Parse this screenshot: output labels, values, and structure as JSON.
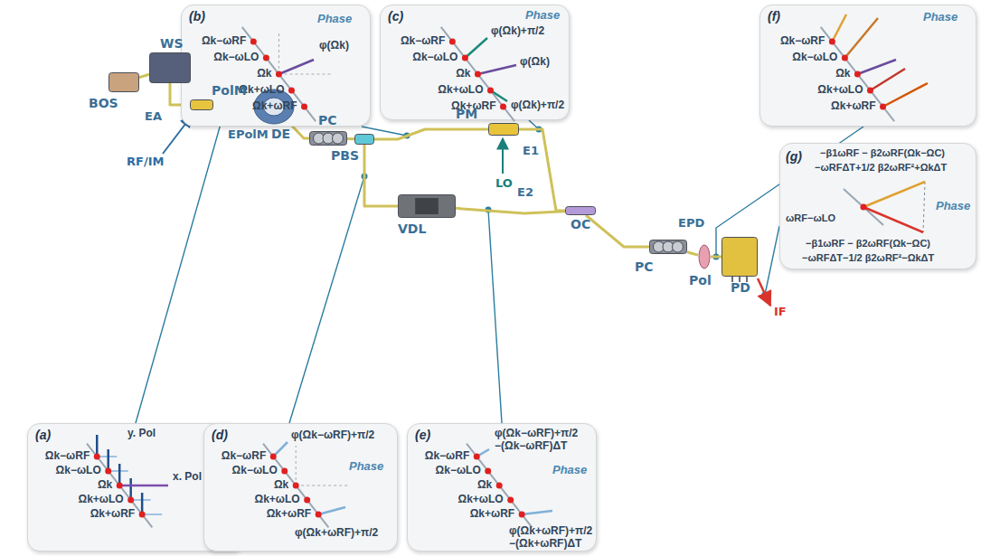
{
  "diagram": {
    "nodes": [
      {
        "text": [
          "(b)",
          "Phase",
          "φ(Ωk)",
          "Ωk−ωRF",
          "Ωk−ωLO",
          "Ωk",
          "Ωk+ωLO",
          "Ωk+ωRF"
        ]
      },
      {
        "text": [
          "(c)",
          "Phase",
          "φ(Ωk)+π/2",
          "φ(Ωk)",
          "φ(Ωk)+π/2",
          "Ωk−ωRF",
          "Ωk−ωLO",
          "Ωk",
          "Ωk+ωLO",
          "Ωk+ωRF"
        ]
      },
      {
        "text": [
          "(f)",
          "Phase",
          "Ωk−ωRF",
          "Ωk−ωLO",
          "Ωk",
          "Ωk+ωLO",
          "Ωk+ωRF"
        ]
      },
      {
        "text": [
          "BOS"
        ]
      },
      {
        "text": [
          "WS"
        ]
      },
      {
        "text": [
          "PolM"
        ]
      },
      {
        "text": [
          "DE"
        ]
      },
      {
        "text": [
          "PC"
        ]
      },
      {
        "text": [
          "PBS"
        ]
      },
      {
        "text": [
          "PM"
        ]
      },
      {
        "text": [
          "VDL"
        ]
      },
      {
        "text": [
          "OC"
        ]
      },
      {
        "text": [
          "PC"
        ]
      },
      {
        "text": [
          "Pol"
        ]
      },
      {
        "text": [
          "PD"
        ]
      },
      {
        "text": [
          "(g)",
          "−β1ωRF − β2ωRF(Ωk−ΩC)",
          "−ωRFΔT+1/2 β2ωRF²+ΩkΔT",
          "Phase",
          "ωRF−ωLO",
          "−β1ωRF − β2ωRF(Ωk−ΩC)",
          "−ωRFΔT−1/2 β2ωRF²−ΩkΔT"
        ]
      },
      {
        "text": [
          "(a)",
          "y. Pol",
          "x. Pol",
          "Ωk−ωRF",
          "Ωk−ωLO",
          "Ωk",
          "Ωk+ωLO",
          "Ωk+ωRF"
        ]
      },
      {
        "text": [
          "(d)",
          "Phase",
          "φ(Ωk−ωRF)+π/2",
          "φ(Ωk+ωRF)+π/2",
          "Ωk−ωRF",
          "Ωk−ωLO",
          "Ωk",
          "Ωk+ωLO",
          "Ωk+ωRF"
        ]
      },
      {
        "text": [
          "(e)",
          "Phase",
          "φ(Ωk−ωRF)+π/2",
          "−(Ωk−ωRF)ΔT",
          "φ(Ωk+ωRF)+π/2",
          "−(Ωk+ωRF)ΔT",
          "Ωk−ωRF",
          "Ωk−ωLO",
          "Ωk",
          "Ωk+ωLO",
          "Ωk+ωRF"
        ]
      }
    ],
    "edges": [
      {
        "from": 3,
        "to": 4,
        "arrow": "none"
      },
      {
        "from": 4,
        "to": 5,
        "arrow": "none"
      },
      {
        "from": 5,
        "to": 6,
        "arrow": "none"
      },
      {
        "from": 6,
        "to": 7,
        "arrow": "none"
      },
      {
        "from": 7,
        "to": 8,
        "arrow": "none"
      },
      {
        "from": 8,
        "to": 9,
        "arrow": "none"
      },
      {
        "from": 8,
        "to": 10,
        "arrow": "none"
      },
      {
        "from": 9,
        "to": 11,
        "arrow": "none"
      },
      {
        "from": 10,
        "to": 11,
        "arrow": "none"
      },
      {
        "from": 11,
        "to": 12,
        "arrow": "none"
      },
      {
        "from": 12,
        "to": 13,
        "arrow": "none"
      },
      {
        "from": 13,
        "to": 14,
        "arrow": "none"
      }
    ],
    "labels": [
      "RF/IM",
      "LO",
      "EA",
      "EPolM",
      "E1",
      "E2",
      "EPD",
      "IF"
    ]
  }
}
